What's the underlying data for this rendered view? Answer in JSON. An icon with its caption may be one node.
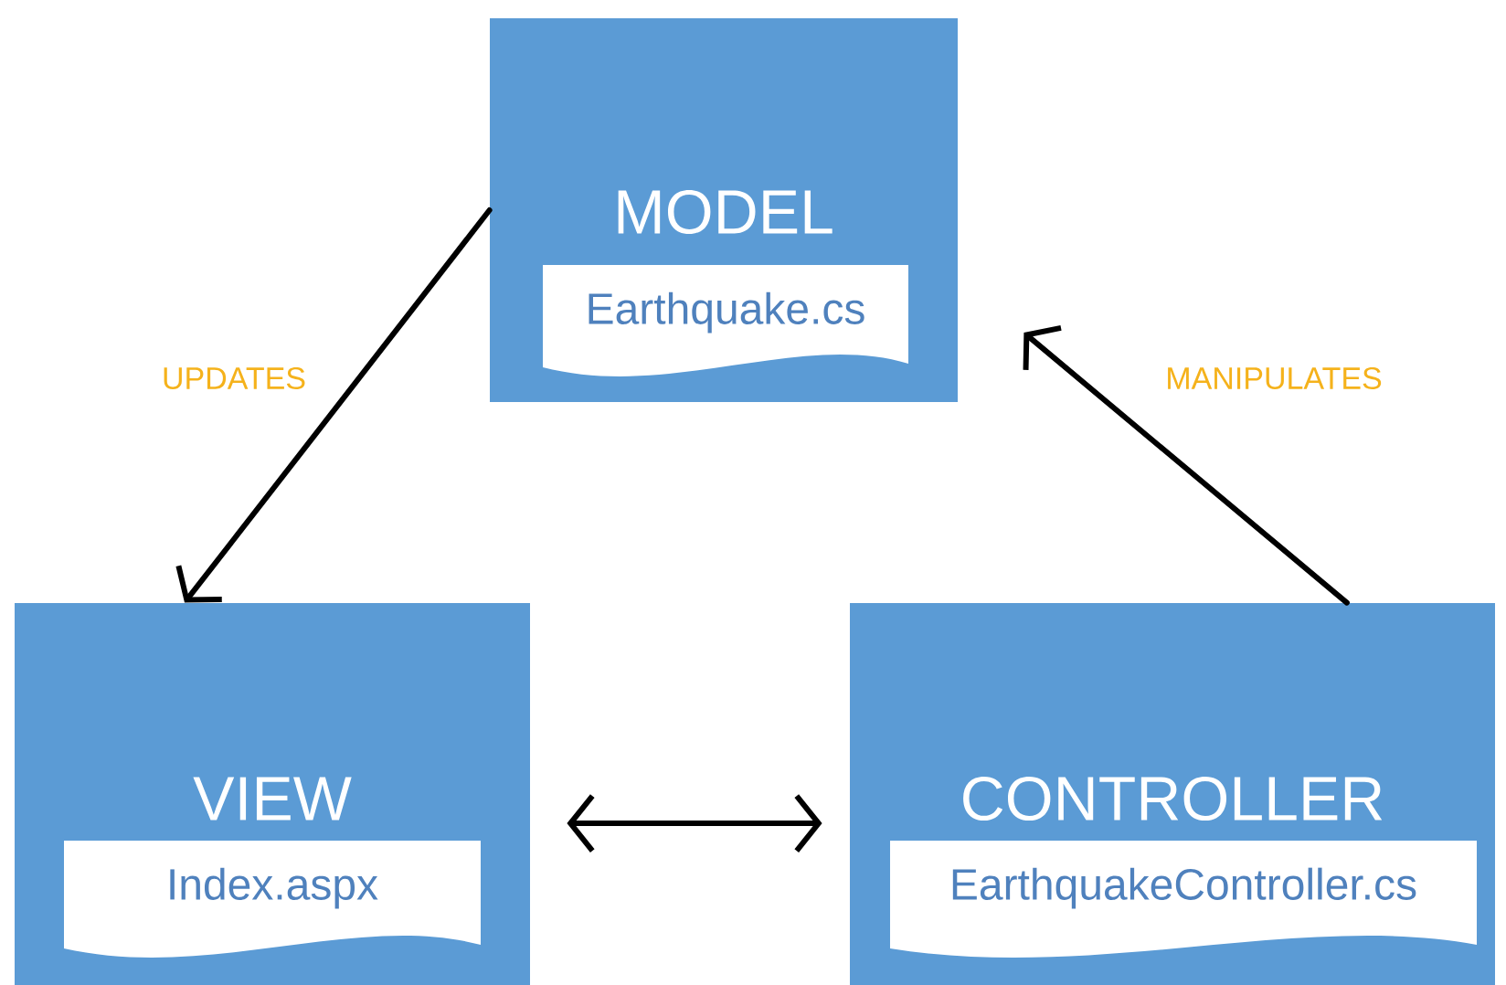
{
  "diagram": {
    "nodes": [
      {
        "text": [
          "MODEL"
        ]
      },
      {
        "text": [
          "Earthquake.cs"
        ],
        "in": 0
      },
      {
        "text": [
          "VIEW"
        ]
      },
      {
        "text": [
          "Index.aspx"
        ],
        "in": 2
      },
      {
        "text": [
          "CONTROLLER"
        ]
      },
      {
        "text": [
          "EarthquakeController.cs"
        ],
        "in": 4
      }
    ],
    "edges": [
      {
        "from": 0,
        "to": 2,
        "arrow": "to",
        "label": "UPDATES"
      },
      {
        "from": 4,
        "to": 0,
        "arrow": "to",
        "label": "MANIPULATES"
      },
      {
        "from": 2,
        "to": 4,
        "arrow": "both"
      }
    ]
  }
}
